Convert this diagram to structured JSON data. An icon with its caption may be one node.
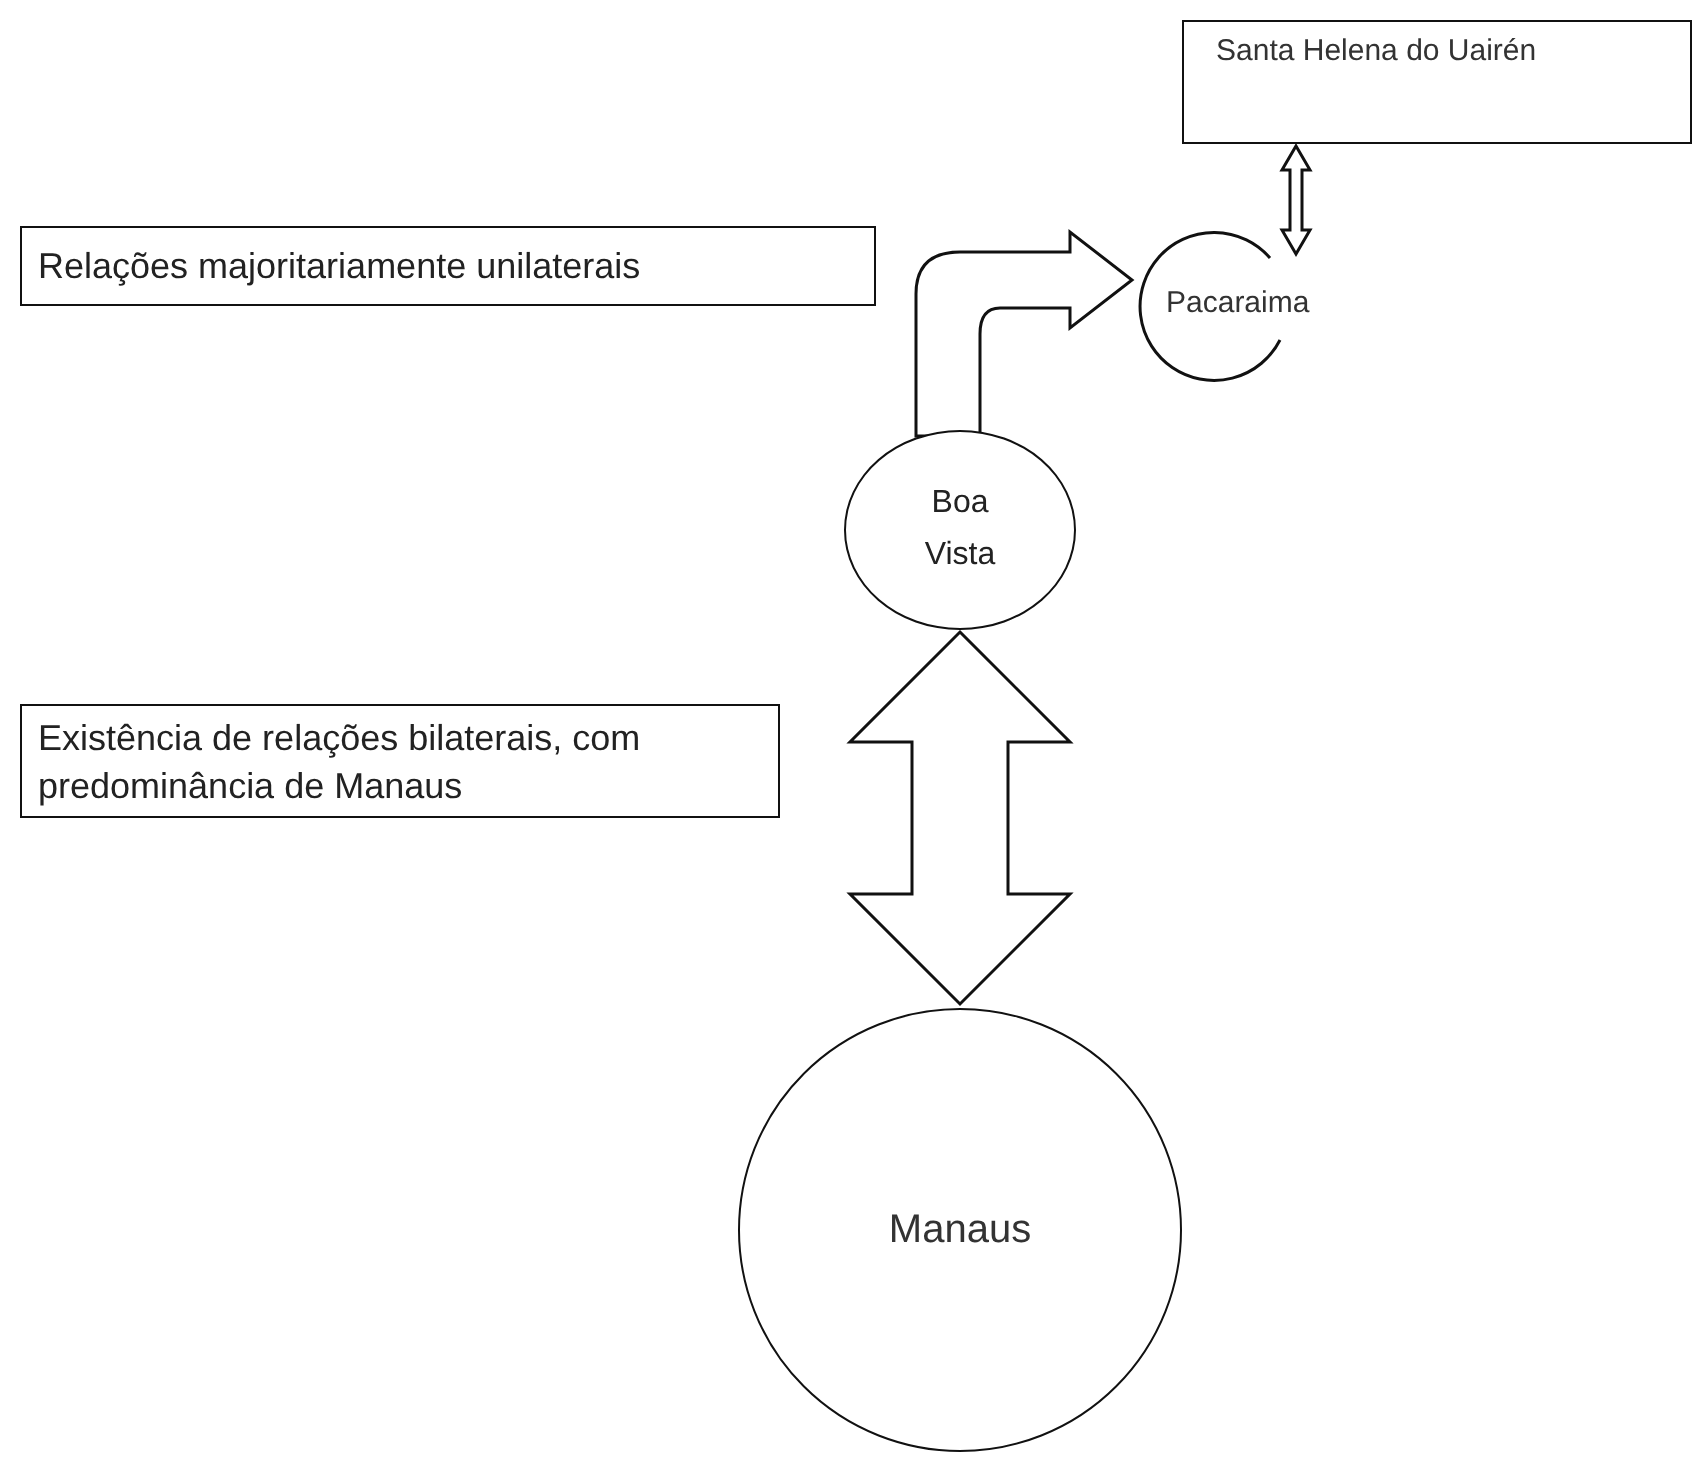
{
  "diagram": {
    "nodes": [
      {
        "text": [
          "Santa Helena do Uairén"
        ]
      },
      {
        "text": [
          "Relações majoritariamente unilaterais"
        ]
      },
      {
        "text": [
          "Pacaraima"
        ]
      },
      {
        "text": [
          "Boa Vista"
        ]
      },
      {
        "text": [
          "Existência de relações bilaterais, com predominância de Manaus"
        ]
      },
      {
        "text": [
          "Manaus"
        ]
      }
    ],
    "edges": [
      {
        "from": 3,
        "to": 2,
        "arrow": "to"
      },
      {
        "from": 0,
        "to": 2,
        "arrow": "both"
      },
      {
        "from": 3,
        "to": 5,
        "arrow": "both"
      }
    ]
  }
}
